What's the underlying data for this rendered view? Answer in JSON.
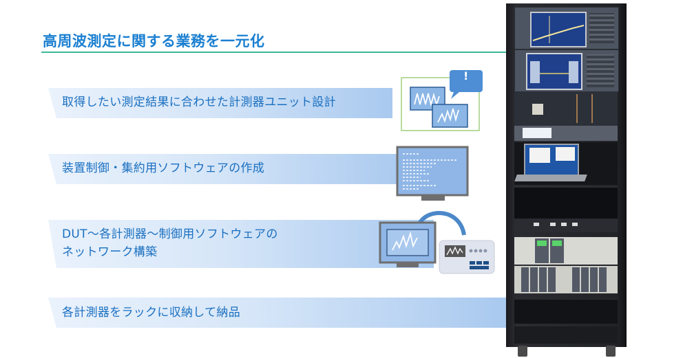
{
  "header": {
    "title": "高周波測定に関する業務を一元化",
    "accent_color": "#1a7fd1",
    "rule_color": "#3cb99a"
  },
  "items": [
    {
      "label": "取得したい測定結果に合わせた計測器ユニット設計",
      "icon": "measurement-design-icon"
    },
    {
      "label": "装置制御・集約用ソフトウェアの作成",
      "icon": "software-monitor-icon"
    },
    {
      "label_line1": "DUT～各計測器～制御用ソフトウェアの",
      "label_line2": "ネットワーク構築",
      "icon": "network-icon"
    },
    {
      "label": "各計測器をラックに収納して納品",
      "icon": "rack-icon"
    }
  ],
  "alert_glyph": "!",
  "image": {
    "subject": "measurement-instrument-rack"
  }
}
